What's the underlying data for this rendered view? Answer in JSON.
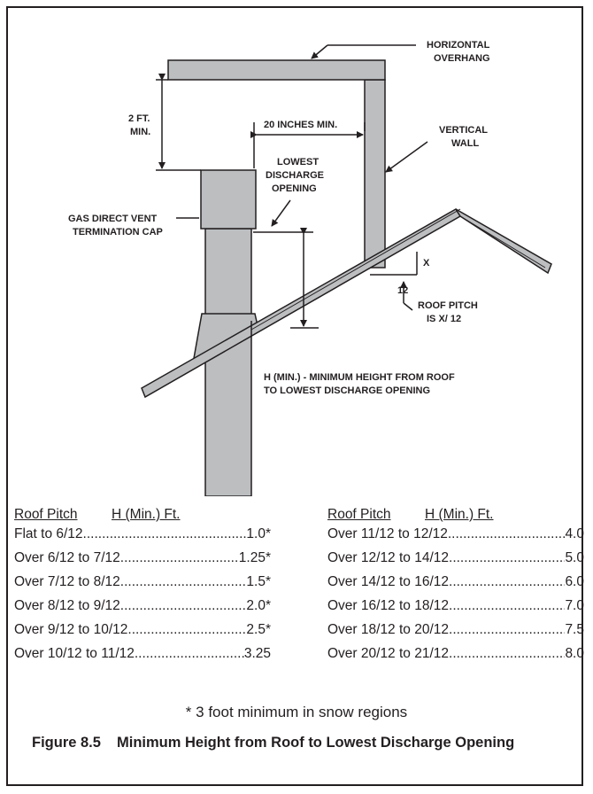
{
  "labels": {
    "horizontal_overhang_1": "HORIZONTAL",
    "horizontal_overhang_2": "OVERHANG",
    "two_ft_1": "2 FT.",
    "two_ft_2": "MIN.",
    "twenty_inches": "20 INCHES MIN.",
    "vertical_wall_1": "VERTICAL",
    "vertical_wall_2": "WALL",
    "lowest_1": "LOWEST",
    "lowest_2": "DISCHARGE",
    "lowest_3": "OPENING",
    "cap_1": "GAS DIRECT VENT",
    "cap_2": "TERMINATION CAP",
    "x": "X",
    "twelve": "12",
    "pitch_1": "ROOF PITCH",
    "pitch_2": "IS  X/ 12",
    "hmin_1": "H (MIN.) - MINIMUM HEIGHT FROM ROOF",
    "hmin_2": "TO LOWEST DISCHARGE OPENING"
  },
  "table": {
    "header_pitch": "Roof Pitch",
    "header_h": "H (Min.) Ft.",
    "left_rows": [
      {
        "pitch": "Flat to 6/12",
        "h": "1.0*"
      },
      {
        "pitch": "Over 6/12 to 7/12",
        "h": "1.25*"
      },
      {
        "pitch": "Over 7/12 to 8/12",
        "h": "1.5*"
      },
      {
        "pitch": "Over 8/12 to 9/12",
        "h": "2.0*"
      },
      {
        "pitch": "Over 9/12 to 10/12",
        "h": "2.5*"
      },
      {
        "pitch": "Over 10/12 to 11/12",
        "h": "3.25"
      }
    ],
    "right_rows": [
      {
        "pitch": "Over 11/12 to 12/12",
        "h": "4.0"
      },
      {
        "pitch": "Over 12/12 to 14/12",
        "h": "5.0"
      },
      {
        "pitch": "Over 14/12 to 16/12",
        "h": "6.0"
      },
      {
        "pitch": "Over 16/12 to 18/12",
        "h": "7.0"
      },
      {
        "pitch": "Over 18/12 to 20/12",
        "h": "7.5"
      },
      {
        "pitch": "Over 20/12 to 21/12",
        "h": "8.0"
      }
    ]
  },
  "note": "* 3 foot minimum in snow regions",
  "caption": {
    "number": "Figure 8.5",
    "title": "Minimum Height from Roof to Lowest Discharge Opening"
  },
  "colors": {
    "fill": "#bcbec0",
    "stroke": "#231f20"
  }
}
